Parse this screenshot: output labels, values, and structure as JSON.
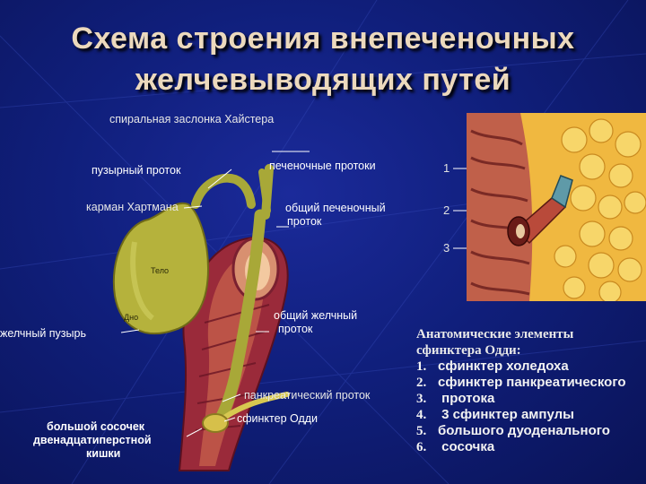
{
  "title": {
    "line1": "Схема строения  внепеченочных",
    "line2": "желчевыводящих путей"
  },
  "labels": {
    "spiral_valve": "спиральная заслонка Хайстера",
    "cystic_duct": "пузырный проток",
    "hepatic_ducts": "печеночные протоки",
    "common_hepatic_1": "общий печеночный",
    "common_hepatic_2": "проток",
    "hartmann_pouch": "карман Хартмана",
    "body": "Тело",
    "neck": "Дно",
    "gallbladder": "желчный пузырь",
    "common_bile_1": "общий желчный",
    "common_bile_2": "проток",
    "pancreatic_duct": "панкреатический проток",
    "oddi_sphincter": "сфинктер Одди",
    "papilla_1": "большой сосочек",
    "papilla_2": "двенадцатиперстной",
    "papilla_3": "кишки"
  },
  "inset_numbers": [
    "1",
    "2",
    "3"
  ],
  "legend": {
    "heading_1": "Анатомические элементы",
    "heading_2": "сфинктера Одди:",
    "items": [
      {
        "n": "1.",
        "text": "сфинктер холедоха"
      },
      {
        "n": "2.",
        "text": "сфинктер панкреатического"
      },
      {
        "n": "3.",
        "text": " протока"
      },
      {
        "n": "4.",
        "text": " 3    сфинктер ампулы"
      },
      {
        "n": "5.",
        "text": "большого дуоденального"
      },
      {
        "n": "6.",
        "text": " сосочка"
      }
    ]
  },
  "colors": {
    "background": "#101f7c",
    "title": "#ecd9bd",
    "gallbladder": "#b5b23c",
    "duct": "#a8a838",
    "duodenum": "#9a2a3a",
    "inset_fat": "#e8b23a"
  }
}
